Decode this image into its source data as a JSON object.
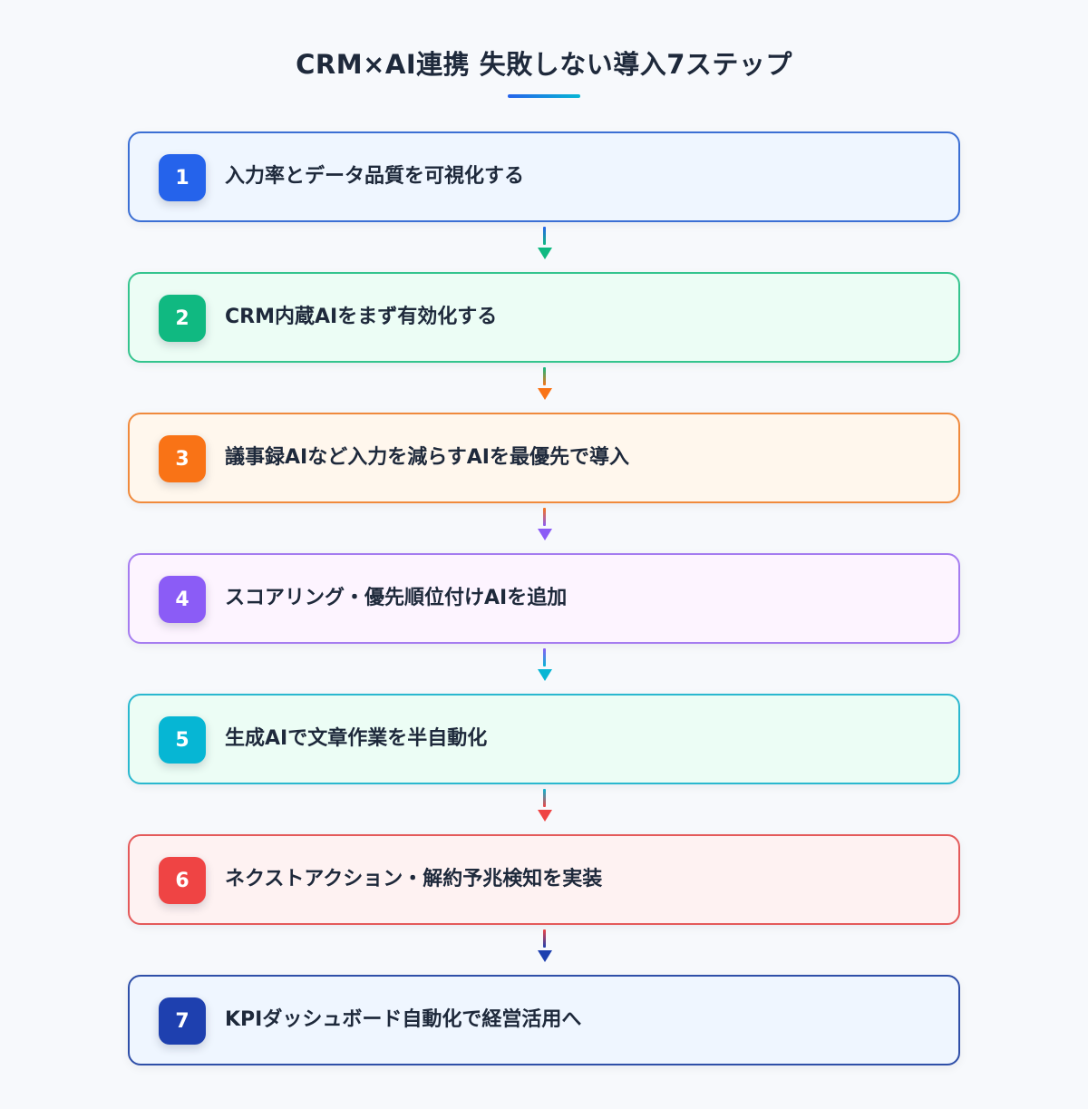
{
  "title": "CRM×AI連携 失敗しない導入7ステップ",
  "steps": [
    {
      "number": "1",
      "label": "入力率とデータ品質を可視化する",
      "color": "#2563eb",
      "bg": "#eff6ff",
      "border": "#3b6fd4"
    },
    {
      "number": "2",
      "label": "CRM内蔵AIをまず有効化する",
      "color": "#10b981",
      "bg": "#ecfdf5",
      "border": "#34c48e"
    },
    {
      "number": "3",
      "label": "議事録AIなど入力を減らすAIを最優先で導入",
      "color": "#f97316",
      "bg": "#fff7ed",
      "border": "#f08a3c"
    },
    {
      "number": "4",
      "label": "スコアリング・優先順位付けAIを追加",
      "color": "#8b5cf6",
      "bg": "#fdf4ff",
      "border": "#a57cf0"
    },
    {
      "number": "5",
      "label": "生成AIで文章作業を半自動化",
      "color": "#06b6d4",
      "bg": "#ecfdf5",
      "border": "#2ab8cf"
    },
    {
      "number": "6",
      "label": "ネクストアクション・解約予兆検知を実装",
      "color": "#ef4444",
      "bg": "#fef2f2",
      "border": "#e45a5a"
    },
    {
      "number": "7",
      "label": "KPIダッシュボード自動化で経営活用へ",
      "color": "#1e40af",
      "bg": "#eff6ff",
      "border": "#2f4fa8"
    }
  ]
}
